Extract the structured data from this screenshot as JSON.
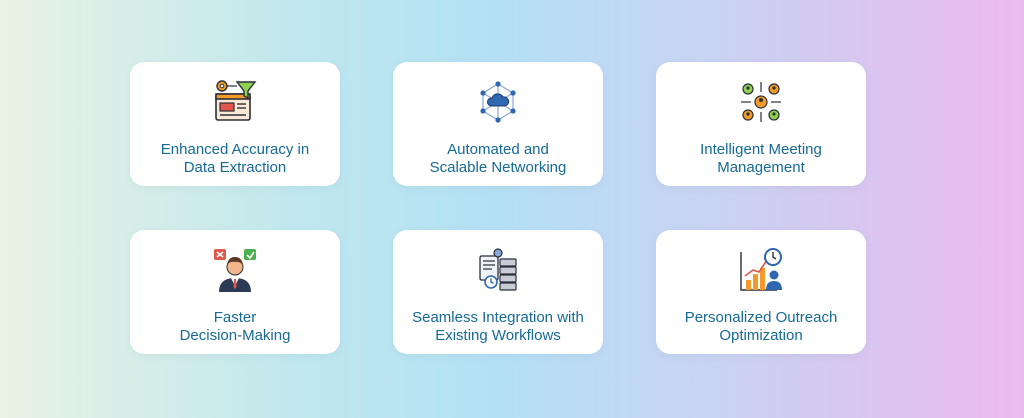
{
  "cards": [
    {
      "line1": "Enhanced Accuracy in",
      "line2": "Data Extraction",
      "icon": "data-funnel-icon"
    },
    {
      "line1": "Automated and",
      "line2": "Scalable Networking",
      "icon": "cloud-network-icon"
    },
    {
      "line1": "Intelligent Meeting",
      "line2": "Management",
      "icon": "meeting-people-icon"
    },
    {
      "line1": "Faster",
      "line2": "Decision-Making",
      "icon": "decision-person-icon"
    },
    {
      "line1": "Seamless Integration with",
      "line2": "Existing Workflows",
      "icon": "workflow-integration-icon"
    },
    {
      "line1": "Personalized Outreach",
      "line2": "Optimization",
      "icon": "growth-chart-icon"
    }
  ],
  "colors": {
    "text": "#166a94",
    "orange": "#f39a2b",
    "blue": "#2f67b1",
    "dark": "#2b2f3a"
  }
}
